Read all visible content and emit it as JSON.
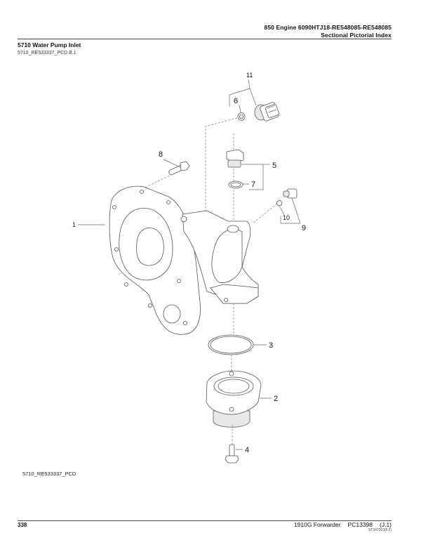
{
  "header": {
    "engine_line": "850 Engine 6090HTJ18-RE548085-RE548085",
    "index_line": "Sectional Pictorial Index"
  },
  "section": {
    "title": "5710 Water Pump Inlet",
    "subtitle": "5710_RE533337_PCD B.1"
  },
  "figure": {
    "figure_id": "5710_RE533337_PCD",
    "callouts": [
      {
        "num": "1",
        "part": "water-pump-inlet-housing"
      },
      {
        "num": "2",
        "part": "thermostat-cover"
      },
      {
        "num": "3",
        "part": "o-ring-large"
      },
      {
        "num": "4",
        "part": "cap-screw"
      },
      {
        "num": "5",
        "part": "plug"
      },
      {
        "num": "6",
        "part": "o-ring-sensor"
      },
      {
        "num": "7",
        "part": "o-ring-plug"
      },
      {
        "num": "8",
        "part": "cap-screw"
      },
      {
        "num": "9",
        "part": "plug-small"
      },
      {
        "num": "10",
        "part": "o-ring-small"
      },
      {
        "num": "11",
        "part": "temperature-sensor"
      }
    ]
  },
  "footer": {
    "page_number": "338",
    "manual_name": "1910G Forwarder",
    "manual_code": "PC13398",
    "revision": "(J.1)",
    "doc_code": "ST347203(F.2)"
  }
}
